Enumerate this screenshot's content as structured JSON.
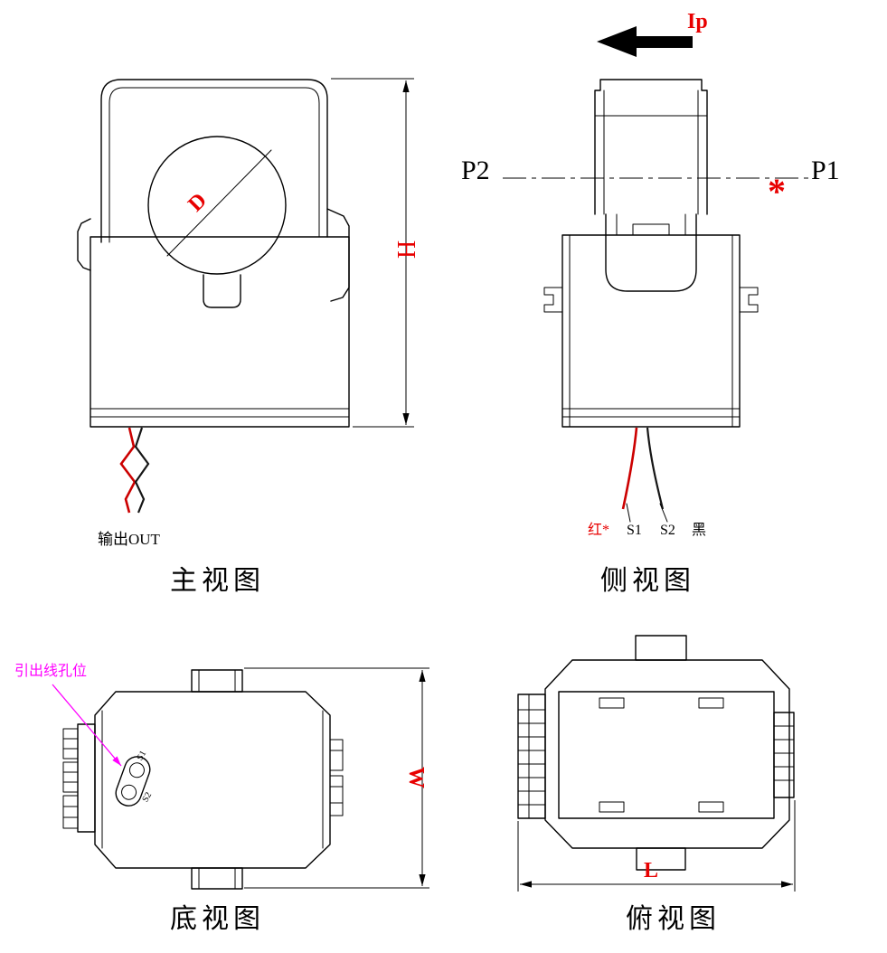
{
  "colors": {
    "drawing_line": "#000000",
    "dimension_text": "#e80000",
    "leader_line": "#ff00ff",
    "wire_red": "#cc0000",
    "wire_black": "#161616"
  },
  "front_view": {
    "caption": "主视图",
    "diameter_label": "D",
    "height_label": "H",
    "output_label": "输出OUT"
  },
  "side_view": {
    "caption": "侧视图",
    "primary_current_label": "Ip",
    "terminal_p2": "P2",
    "terminal_p1": "P1",
    "polarity_mark": "*",
    "wire_red_label": "红*",
    "wire_s1_label": "S1",
    "wire_s2_label": "S2",
    "wire_black_label": "黑"
  },
  "bottom_view": {
    "caption": "底视图",
    "width_label": "W",
    "lead_hole_label": "引出线孔位",
    "hole_s1_label": "S1",
    "hole_s2_label": "S2"
  },
  "top_view": {
    "caption": "俯视图",
    "length_label": "L"
  }
}
